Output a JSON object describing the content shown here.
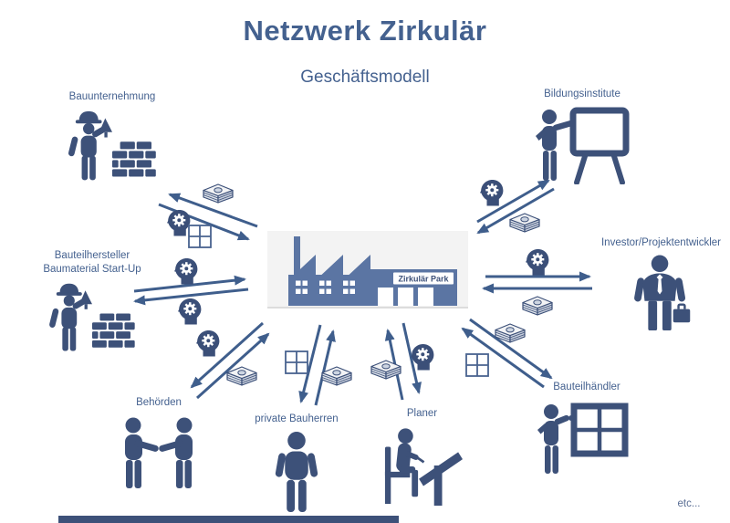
{
  "title": "Netzwerk Zirkulär",
  "subtitle": "Geschäftsmodell",
  "center": {
    "name": "Zirkulär Park",
    "icon": "factory-icon"
  },
  "stakeholders": [
    {
      "id": "bauunternehmung",
      "label": "Bauunternehmung",
      "icon": "construction-worker-icon"
    },
    {
      "id": "bildungsinstitute",
      "label": "Bildungsinstitute",
      "icon": "presenter-whiteboard-icon"
    },
    {
      "id": "investor",
      "label": "Investor/Projektentwickler",
      "icon": "businessman-briefcase-icon"
    },
    {
      "id": "bauteilhaendler",
      "label": "Bauteilhändler",
      "icon": "person-window-icon"
    },
    {
      "id": "planer",
      "label": "Planer",
      "icon": "person-drafting-table-icon"
    },
    {
      "id": "private-bauherren",
      "label": "private Bauherren",
      "icon": "standing-person-icon"
    },
    {
      "id": "behoerden",
      "label": "Behörden",
      "icon": "handshake-icon"
    },
    {
      "id": "bauteilhersteller",
      "label": "Bauteilhersteller\nBaumaterial Start-Up",
      "icon": "construction-worker-icon"
    }
  ],
  "connections": [
    {
      "from": "zirkulaer-park",
      "to": "bauunternehmung",
      "bidirectional": true,
      "exchange": [
        "money-icon",
        "knowledge-icon",
        "window-icon"
      ]
    },
    {
      "from": "zirkulaer-park",
      "to": "bildungsinstitute",
      "bidirectional": true,
      "exchange": [
        "knowledge-icon",
        "money-icon"
      ]
    },
    {
      "from": "zirkulaer-park",
      "to": "investor",
      "bidirectional": true,
      "exchange": [
        "knowledge-icon",
        "money-icon"
      ]
    },
    {
      "from": "zirkulaer-park",
      "to": "bauteilhaendler",
      "bidirectional": true,
      "exchange": [
        "money-icon",
        "window-icon"
      ]
    },
    {
      "from": "zirkulaer-park",
      "to": "planer",
      "bidirectional": true,
      "exchange": [
        "money-icon",
        "knowledge-icon"
      ]
    },
    {
      "from": "zirkulaer-park",
      "to": "private-bauherren",
      "bidirectional": true,
      "exchange": [
        "window-icon",
        "money-icon"
      ]
    },
    {
      "from": "zirkulaer-park",
      "to": "behoerden",
      "bidirectional": true,
      "exchange": [
        "knowledge-icon",
        "money-icon"
      ]
    },
    {
      "from": "zirkulaer-park",
      "to": "bauteilhersteller",
      "bidirectional": true,
      "exchange": [
        "knowledge-icon",
        "knowledge-icon"
      ]
    }
  ],
  "footer": {
    "etc_label": "etc..."
  },
  "colors": {
    "primary": "#44618f",
    "figure": "#3d5179",
    "arrow": "#3f5e8c",
    "factory": "#5b75a3",
    "factory_bg": "#f3f3f3",
    "money_fill": "#f2f3f5"
  }
}
